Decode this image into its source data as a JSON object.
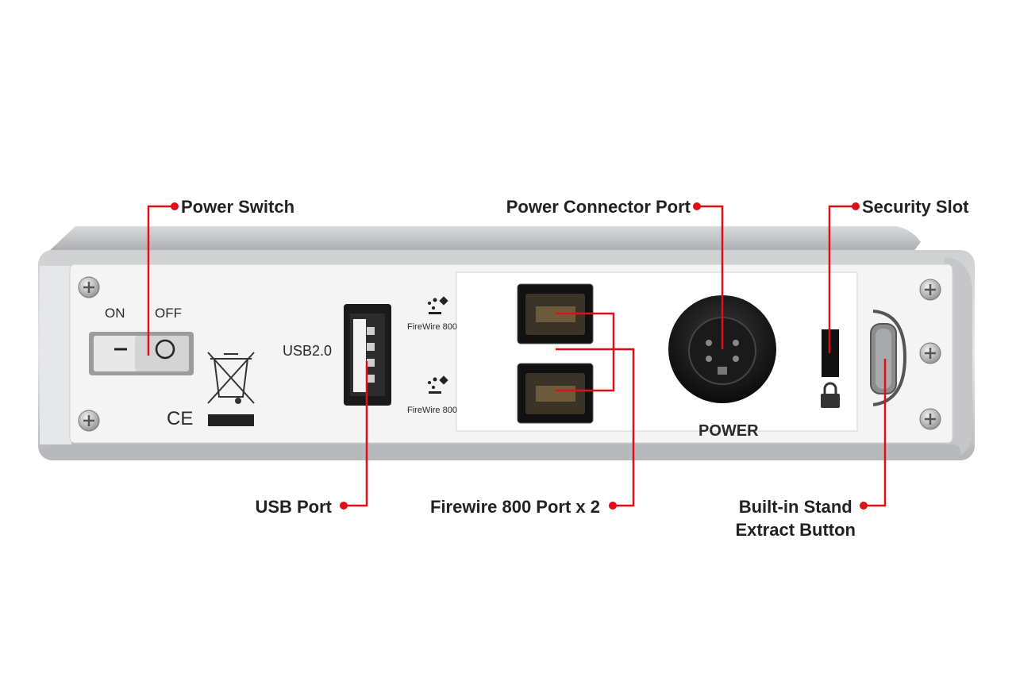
{
  "callouts": {
    "power_switch": "Power Switch",
    "power_connector_port": "Power Connector Port",
    "security_slot": "Security Slot",
    "usb_port": "USB Port",
    "firewire_ports": "Firewire 800 Port x 2",
    "stand_button_line1": "Built-in Stand",
    "stand_button_line2": "Extract Button"
  },
  "panel": {
    "on": "ON",
    "off": "OFF",
    "ce": "CE",
    "usb": "USB2.0",
    "firewire_top": "FireWire 800",
    "firewire_bottom": "FireWire 800",
    "power": "POWER"
  },
  "colors": {
    "leader": "#e10e18",
    "chassis": "#bfc1c3",
    "panel": "#f3f3f3",
    "text": "#222222"
  },
  "icons": [
    "screw-icon",
    "recycle-bin-crossed-icon",
    "firewire-icon",
    "padlock-icon"
  ]
}
